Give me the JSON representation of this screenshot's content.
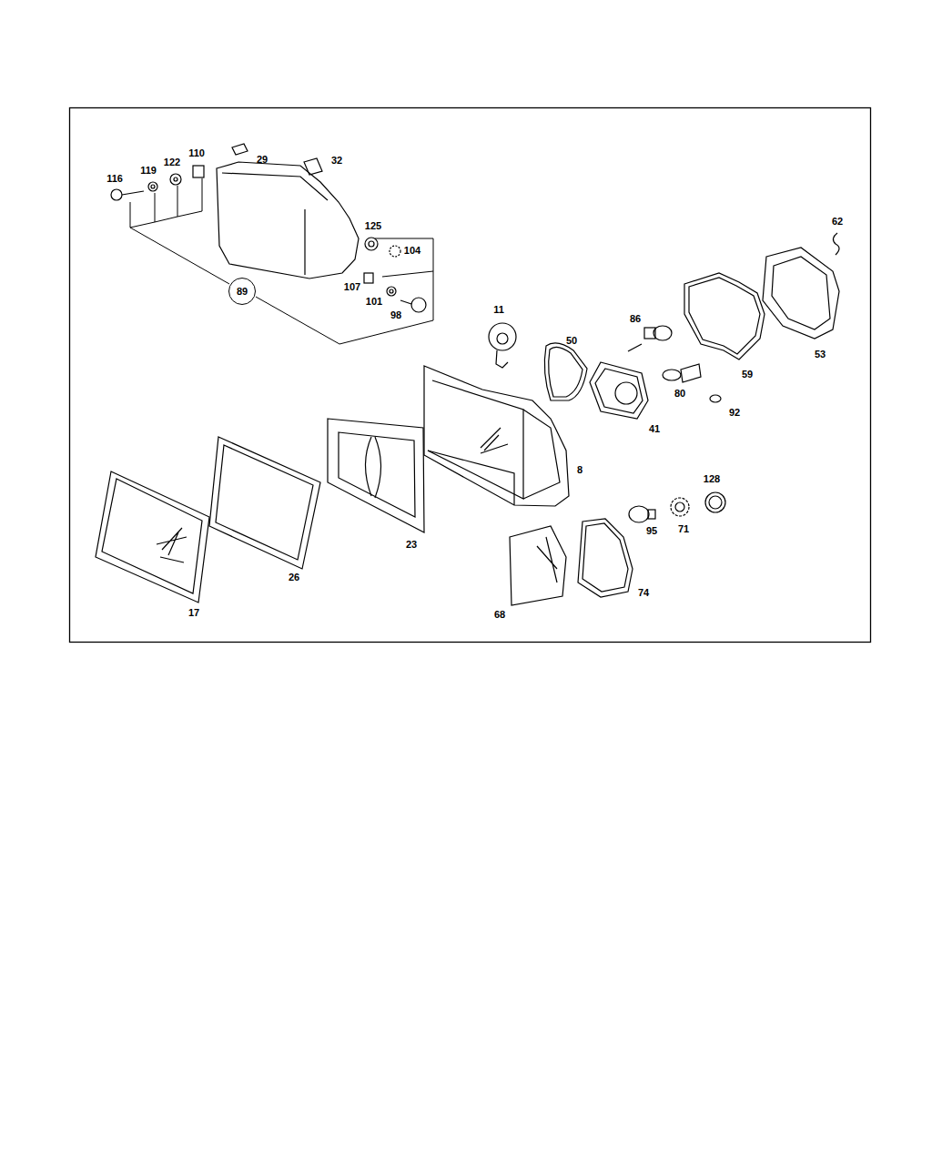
{
  "diagram": {
    "nodes": [
      {
        "text": [
          "89"
        ]
      }
    ],
    "labels": [
      "116",
      "119",
      "122",
      "110",
      "29",
      "32",
      "125",
      "104",
      "107",
      "101",
      "98",
      "62",
      "11",
      "50",
      "86",
      "59",
      "53",
      "80",
      "41",
      "92",
      "8",
      "128",
      "95",
      "71",
      "17",
      "26",
      "23",
      "68",
      "74"
    ]
  }
}
